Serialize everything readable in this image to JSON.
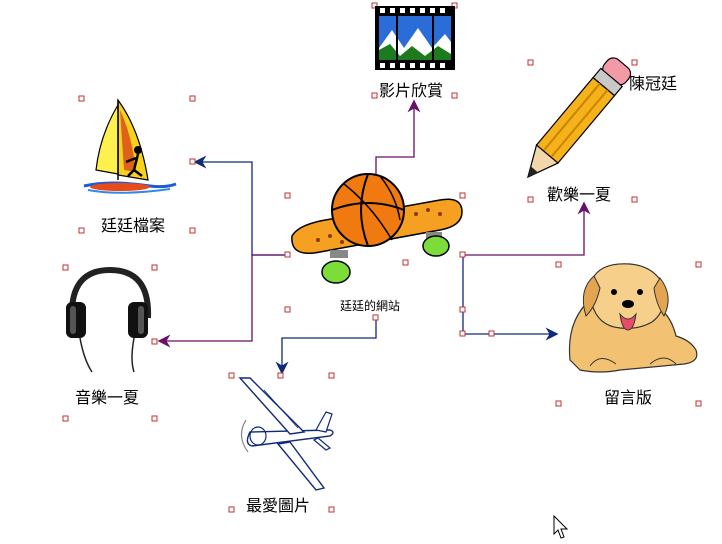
{
  "center_label": "廷廷的網站",
  "labels": {
    "home": "廷廷檔案",
    "video": "影片欣賞",
    "music": "音樂一夏",
    "favorites": "最愛圖片",
    "happy": "歡樂一夏",
    "guestbook": "留言版",
    "author": "陳冠廷"
  },
  "colors": {
    "connector_purple": "#6a0f6a",
    "connector_navy": "#102a7a",
    "handle_red": "#c03030",
    "basketball_orange": "#f07a10",
    "skateboard_orange": "#f5a020"
  },
  "icons": {
    "home": "sailboat-icon",
    "video": "film-strip-icon",
    "music": "headphones-icon",
    "favorites": "airplane-icon",
    "happy": "pencil-icon",
    "guestbook": "dog-icon",
    "center": "skateboard-basketball-icon",
    "cursor": "mouse-pointer-icon"
  }
}
